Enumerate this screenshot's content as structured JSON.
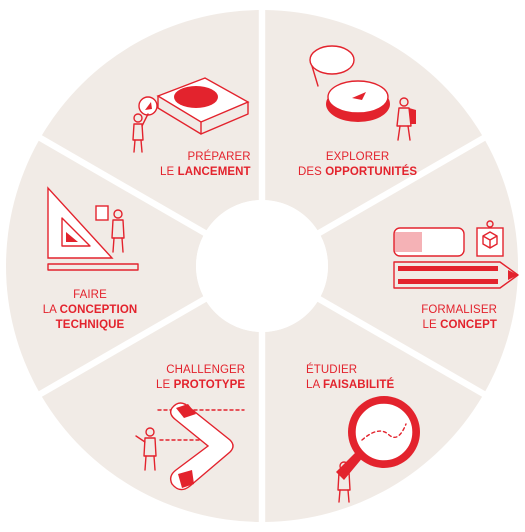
{
  "colors": {
    "segment": "#f1ebe6",
    "divider": "#ffffff",
    "accent": "#e3232d",
    "hub": "#ffffff"
  },
  "stages": [
    {
      "line1": "PRÉPARER",
      "line2_prefix": "LE",
      "line2_bold": "LANCEMENT",
      "icon": "launch-button-icon"
    },
    {
      "line1": "EXPLORER",
      "line2_prefix": "DES",
      "line2_bold": "OPPORTUNITÉS",
      "icon": "compass-icon"
    },
    {
      "line1": "FORMALISER",
      "line2_prefix": "LE",
      "line2_bold": "CONCEPT",
      "icon": "pencil-eraser-icon"
    },
    {
      "line1": "ÉTUDIER",
      "line2_prefix": "LA",
      "line2_bold": "FAISABILITÉ",
      "icon": "magnifier-icon"
    },
    {
      "line1": "CHALLENGER",
      "line2_prefix": "LE",
      "line2_bold": "PROTOTYPE",
      "icon": "boomerang-icon"
    },
    {
      "line1": "FAIRE",
      "line2_prefix": "LA",
      "line2_bold": "CONCEPTION",
      "line3_bold": "TECHNIQUE",
      "icon": "set-square-icon"
    }
  ]
}
